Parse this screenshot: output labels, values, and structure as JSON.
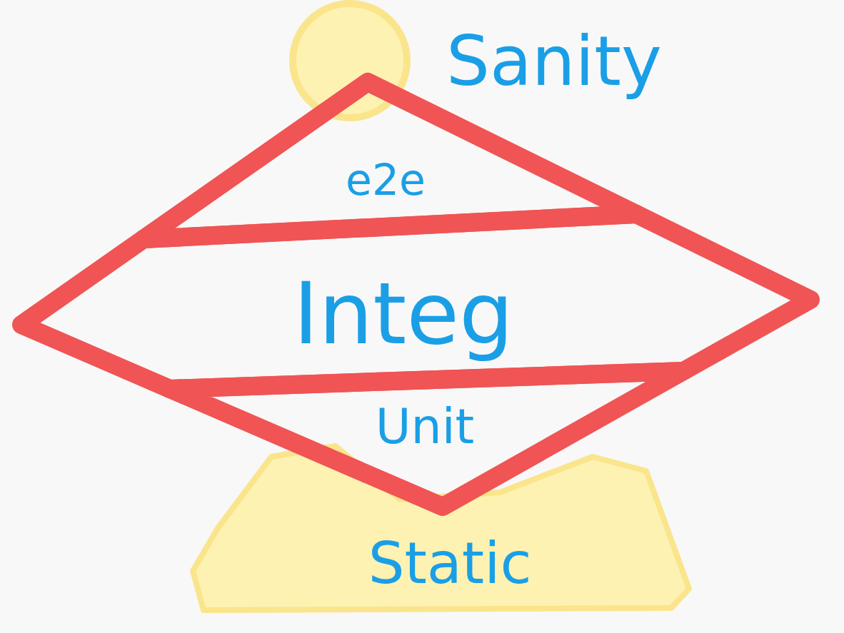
{
  "diagram": {
    "nodes": [
      {
        "text": [
          "Sanity"
        ]
      },
      {
        "text": [
          "e2e"
        ]
      },
      {
        "text": [
          "Integ"
        ]
      },
      {
        "text": [
          "Unit"
        ]
      },
      {
        "text": [
          "Static"
        ]
      }
    ]
  }
}
